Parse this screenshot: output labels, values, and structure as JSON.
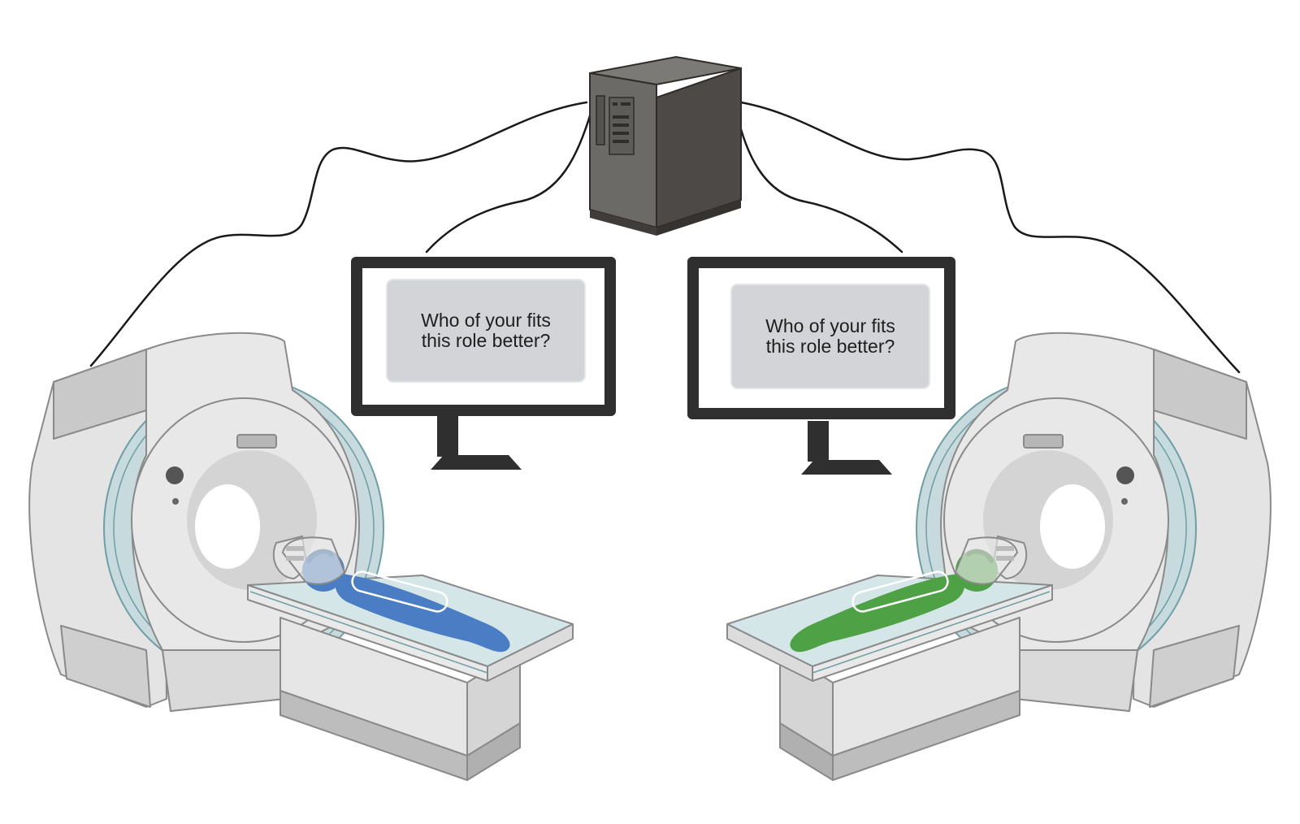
{
  "monitors": [
    {
      "line1": "Who of your fits",
      "line2": "this role better?"
    },
    {
      "line1": "Who of your fits",
      "line2": "this role better?"
    }
  ],
  "colors": {
    "background": "#ffffff",
    "scanner_body": "#e8e8e8",
    "scanner_shadow": "#cfcfcf",
    "scanner_ring": "#c7dadd",
    "scanner_outline": "#8a8a8a",
    "table_top": "#d5e6e8",
    "computer_front": "#6b6a66",
    "computer_side": "#4c4946",
    "monitor_frame": "#2f2f2f",
    "screen_panel": "#d2d4d8",
    "cable": "#1a1a1a",
    "participant_left": "#4a7dc4",
    "participant_right": "#4ea145"
  },
  "icons": {
    "computer": "server-tower-icon",
    "monitor": "monitor-icon",
    "scanner": "mri-scanner-icon",
    "participant": "person-lying-icon"
  }
}
